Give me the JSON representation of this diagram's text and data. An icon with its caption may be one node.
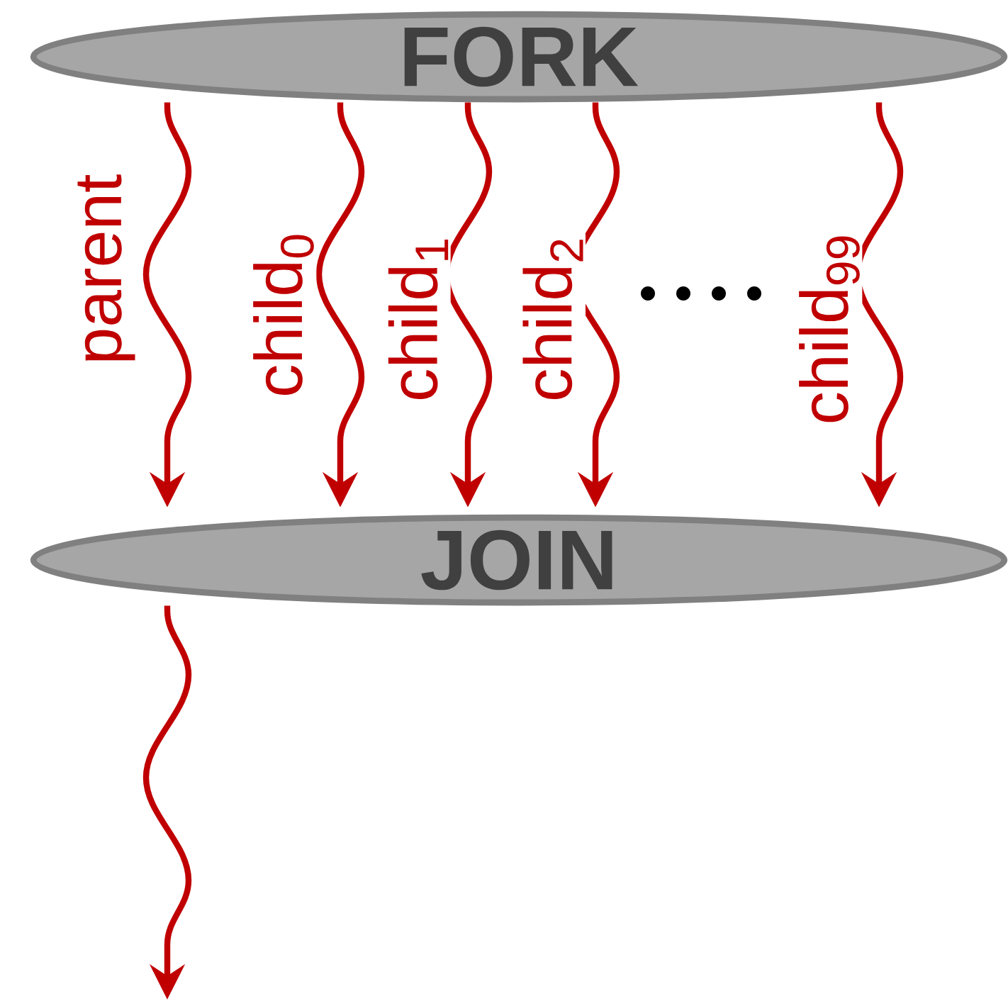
{
  "diagram": {
    "nodes": [
      {
        "text": [
          "FORK"
        ]
      },
      {
        "text": [
          "JOIN"
        ]
      }
    ],
    "edges": [
      {
        "from": 0,
        "to": 1,
        "arrow": "to",
        "label": "parent"
      },
      {
        "from": 0,
        "to": 1,
        "arrow": "to",
        "label": "child$_{0}$"
      },
      {
        "from": 0,
        "to": 1,
        "arrow": "to",
        "label": "child$_{1}$"
      },
      {
        "from": 0,
        "to": 1,
        "arrow": "to",
        "label": "child$_{2}$"
      },
      {
        "from": 0,
        "to": 1,
        "arrow": "to",
        "label": "child$_{99}$"
      },
      {
        "from": 1,
        "to": null,
        "arrow": "to"
      }
    ]
  }
}
